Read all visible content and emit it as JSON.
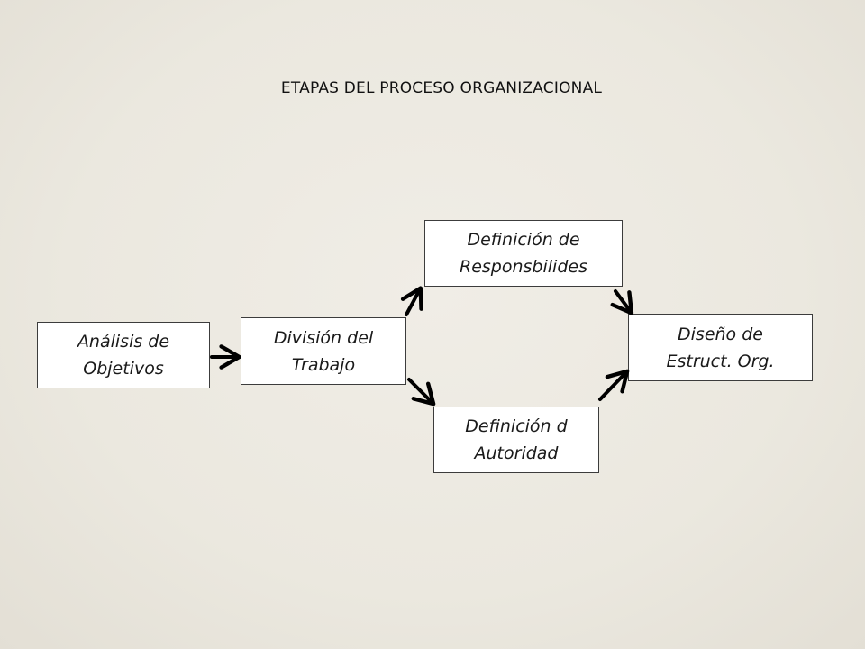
{
  "title": "ETAPAS DEL PROCESO ORGANIZACIONAL",
  "nodes": {
    "analisis": "Análisis de\nObjetivos",
    "division": "División del\nTrabajo",
    "responsabilidades": "Definición de\nResponsbilides",
    "autoridad": "Definición d\nAutoridad",
    "diseno": "Diseño de\nEstruct. Org."
  },
  "colors": {
    "background": "#ece9e1",
    "box_fill": "#ffffff",
    "box_border": "#3c3c3c",
    "arrow": "#000000"
  }
}
